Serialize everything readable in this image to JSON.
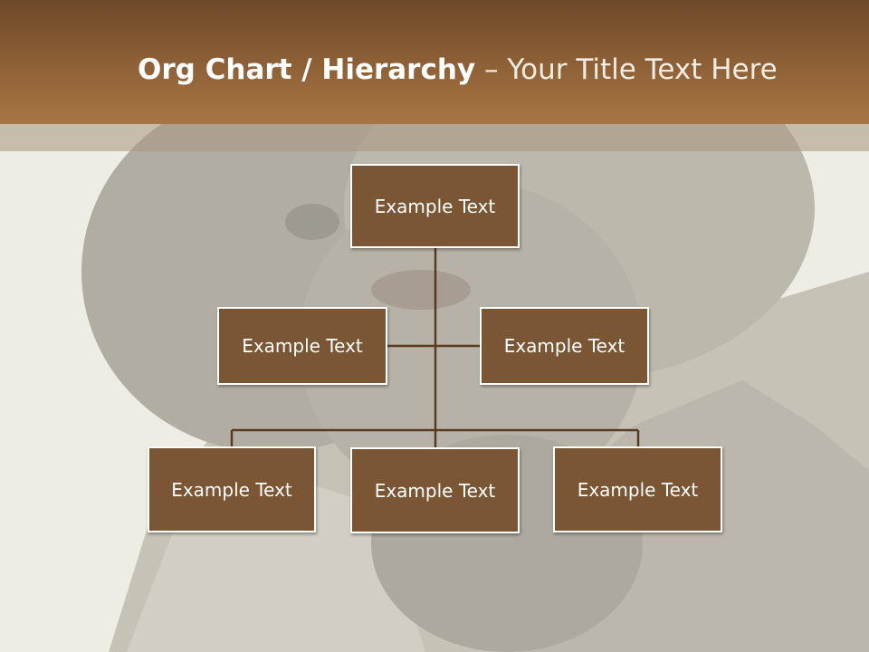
{
  "slide": {
    "title_bold": "Org Chart / Hierarchy",
    "title_sep": " – ",
    "title_rest": "Your Title Text Here"
  },
  "colors": {
    "header": "#8a5d34",
    "node_fill": "#7a5634",
    "node_border": "#ffffff",
    "connector": "#5a3a1e"
  },
  "org_chart": {
    "top": {
      "label": "Example Text"
    },
    "assistants": [
      {
        "label": "Example Text"
      },
      {
        "label": "Example Text"
      }
    ],
    "children": [
      {
        "label": "Example Text"
      },
      {
        "label": "Example Text"
      },
      {
        "label": "Example Text"
      }
    ]
  }
}
